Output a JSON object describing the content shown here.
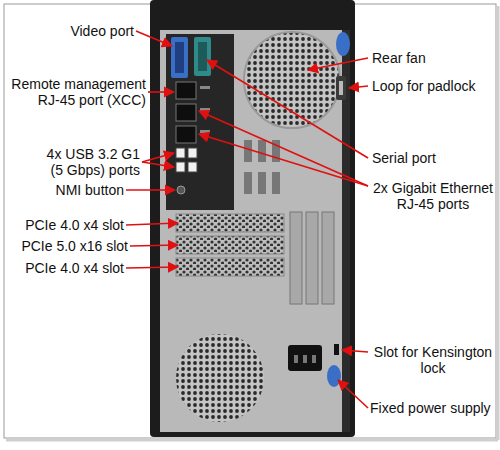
{
  "diagram": {
    "labels": [
      "Video port",
      "Remote management RJ-45 port (XCC)",
      "4x USB 3.2 G1 (5 Gbps) ports",
      "NMI button",
      "PCIe 4.0 x4 slot",
      "PCIe 5.0 x16 slot",
      "PCIe 4.0 x4 slot",
      "Rear fan",
      "Loop for padlock",
      "Serial port",
      "2x Gigabit Ethernet RJ-45 ports",
      "Slot for Kensington lock",
      "Fixed power supply"
    ]
  }
}
